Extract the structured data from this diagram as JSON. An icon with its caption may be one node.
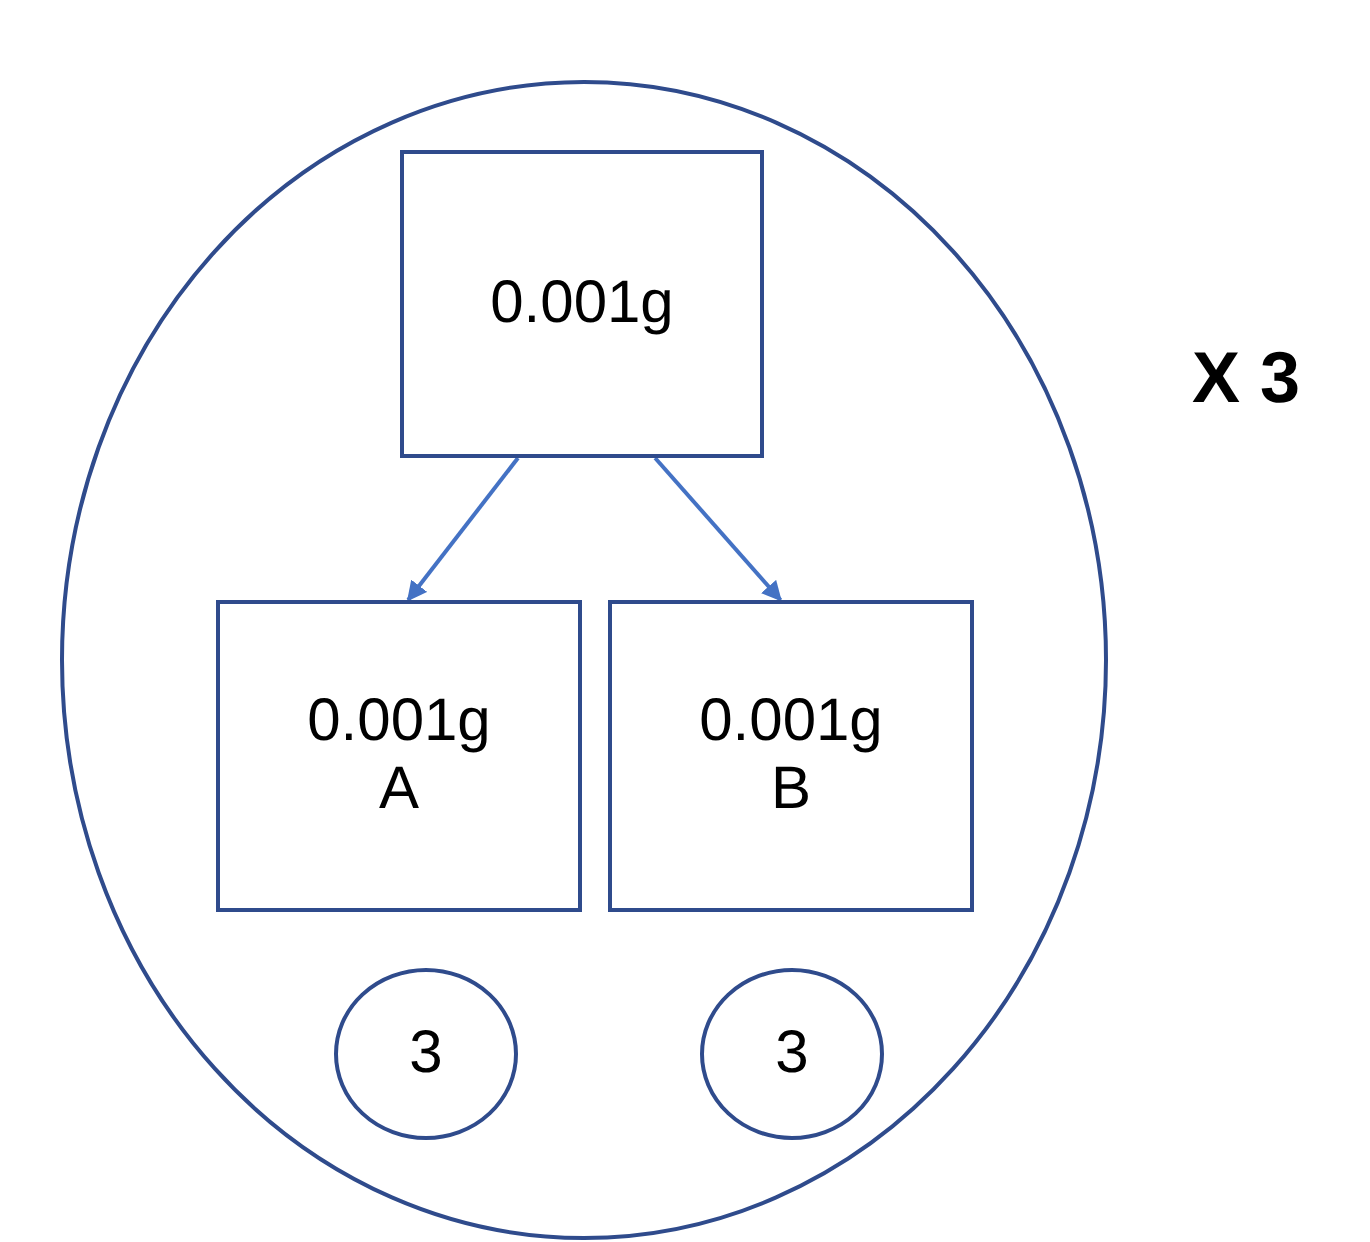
{
  "diagram": {
    "nodes": [
      {
        "text": [],
        "shape": "circle"
      },
      {
        "text": [
          "0.001g"
        ],
        "in": 0
      },
      {
        "text": [
          "0.001g",
          "A"
        ],
        "in": 0
      },
      {
        "text": [
          "0.001g",
          "B"
        ],
        "in": 0
      },
      {
        "text": [
          "3"
        ],
        "in": 0
      },
      {
        "text": [
          "3"
        ],
        "in": 0
      }
    ],
    "edges": [
      {
        "from": 1,
        "to": 2,
        "arrow": "to"
      },
      {
        "from": 1,
        "to": 3,
        "arrow": "to"
      }
    ],
    "labels": [
      "X 3"
    ]
  }
}
